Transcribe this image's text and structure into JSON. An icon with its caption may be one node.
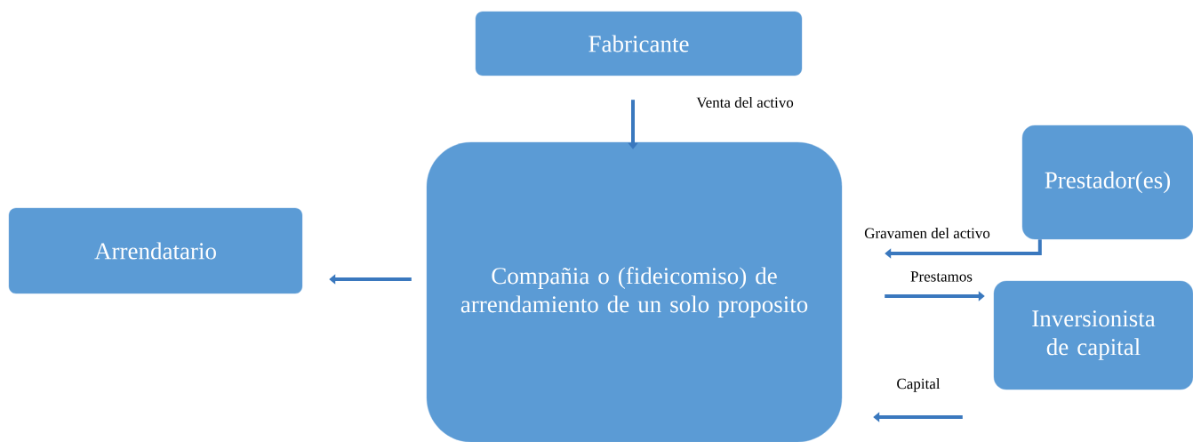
{
  "diagram": {
    "nodes": [
      {
        "text": [
          "Fabricante"
        ]
      },
      {
        "text": [
          "Compañia o (fideicomiso) de arrendamiento de un solo proposito"
        ]
      },
      {
        "text": [
          "Arrendatario"
        ]
      },
      {
        "text": [
          "Prestador(es)"
        ]
      },
      {
        "text": [
          "Inversionista de capital"
        ]
      }
    ],
    "edges": [
      {
        "from": 0,
        "to": 1,
        "arrow": "to",
        "label": "Venta del activo"
      },
      {
        "from": 1,
        "to": 2,
        "arrow": "to"
      },
      {
        "from": 3,
        "to": 1,
        "arrow": "to",
        "label": "Gravamen del activo"
      },
      {
        "from": 1,
        "to": 4,
        "arrow": "to",
        "label": "Prestamos"
      },
      {
        "from": 4,
        "to": 1,
        "arrow": "to",
        "label": "Capital"
      }
    ]
  }
}
